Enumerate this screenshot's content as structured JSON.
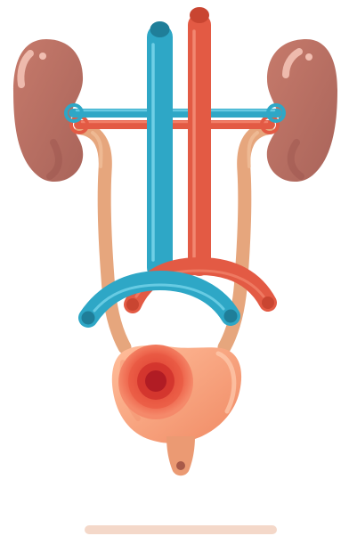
{
  "illustration": {
    "subject": "urinary-system",
    "parts": [
      "left-kidney",
      "right-kidney",
      "aorta",
      "inferior-vena-cava",
      "renal-artery",
      "renal-vein",
      "left-ureter",
      "right-ureter",
      "bladder",
      "urethra",
      "common-iliac-artery",
      "common-iliac-vein"
    ],
    "colors": {
      "background": "#ffffff",
      "kidney_base": "#b66f61",
      "kidney_highlight": "#f3c2b5",
      "kidney_shadow": "#9b554d",
      "artery_red": "#e35a44",
      "artery_dark": "#c94531",
      "vein_blue": "#2ea7c6",
      "vein_dark": "#1f7e99",
      "ureter_tan": "#e6a67d",
      "ureter_shadow": "#d68b63",
      "bladder_base": "#f29a75",
      "bladder_highlight": "#ffbe9b",
      "bladder_core_1": "#f16d55",
      "bladder_core_2": "#df4038",
      "bladder_core_3": "#c1242c",
      "ground_shadow": "#f4d8c9"
    }
  }
}
